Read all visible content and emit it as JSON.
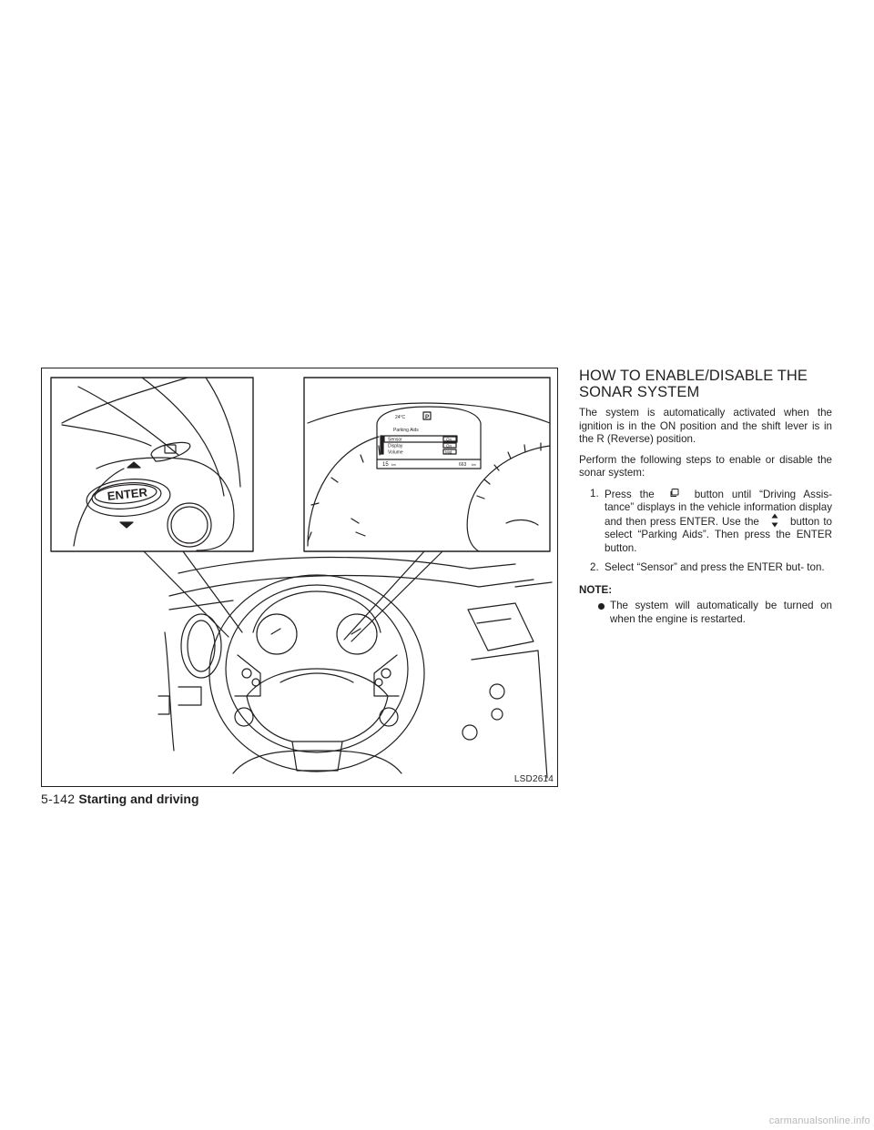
{
  "figure": {
    "id": "LSD2614",
    "button_label": "ENTER",
    "display": {
      "temperature": "24°C",
      "gear": "P",
      "menu_title": "Parking Aids",
      "rows": [
        {
          "label": "Sensor",
          "value": "On"
        },
        {
          "label": "Display",
          "value": "On"
        },
        {
          "label": "Volume",
          "value": "Mid"
        }
      ],
      "trip": "15",
      "trip_unit": "km",
      "range": "663",
      "range_unit": "km"
    }
  },
  "section": {
    "heading_line1": "HOW TO ENABLE/DISABLE THE",
    "heading_line2": "SONAR SYSTEM",
    "para1": "The system is automatically activated when the ignition is in the ON position and the shift lever is in the R (Reverse) position.",
    "para2": "Perform the following steps to enable or disable the sonar system:",
    "step1_num": "1.",
    "step1_a": "Press the",
    "step1_b": "button until “Driving Assis- tance” displays in the vehicle information display and then press ENTER. Use the",
    "step1_c": "button to select “Parking Aids”. Then press the ENTER button.",
    "step2_num": "2.",
    "step2": "Select “Sensor” and press the ENTER but- ton.",
    "note_label": "NOTE:",
    "note_bullet": "The system will automatically be turned on when the engine is restarted."
  },
  "footer": {
    "page_number": "5-142",
    "section_title": "Starting and driving"
  },
  "watermark": "carmanualsonline.info",
  "icons": {
    "menu_button": "menu-button-icon",
    "up_down_button": "up-down-arrow-icon",
    "bullet": "bullet-dot"
  }
}
